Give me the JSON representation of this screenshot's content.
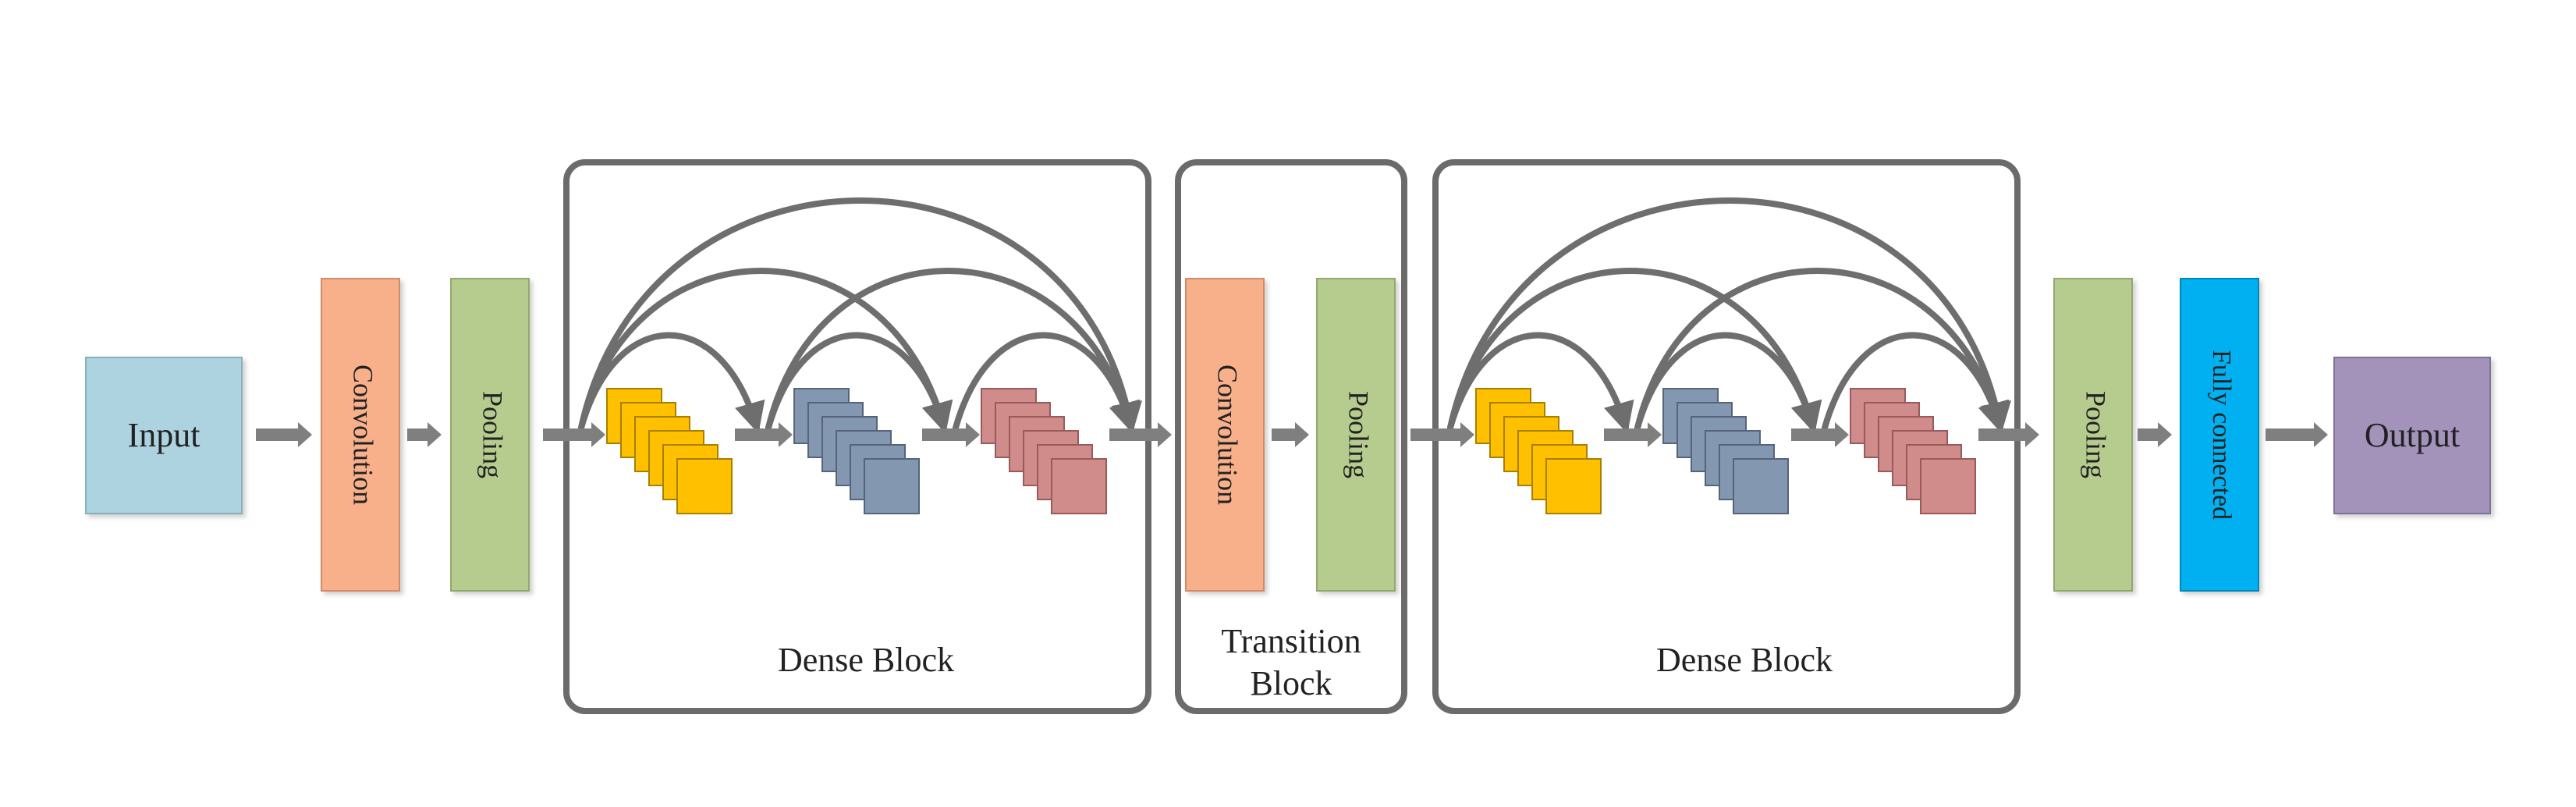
{
  "input_label": "Input",
  "output_label": "Output",
  "layers": {
    "convolution": "Convolution",
    "pooling": "Pooling",
    "fully_connected": "Fully connected"
  },
  "blocks": {
    "dense_block_1": "Dense Block",
    "transition_block_line1": "Transition",
    "transition_block_line2": "Block",
    "dense_block_2": "Dense Block"
  },
  "colors": {
    "input": "#aed3e0",
    "convolution": "#f8b08a",
    "pooling": "#b6cc8e",
    "fully_connected": "#00b0f0",
    "output": "#a393bb",
    "feature_yellow": "#ffc000",
    "feature_blue": "#8497b0",
    "feature_red": "#d08b8b",
    "arrow": "#7f7f7f",
    "block_border": "#6b6b6b"
  }
}
